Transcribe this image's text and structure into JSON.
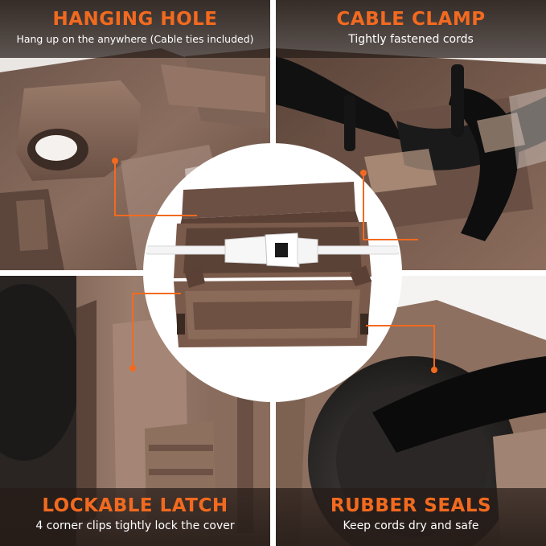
{
  "colors": {
    "accent": "#f26a1f",
    "product_brown": "#7a5a4a",
    "caption_bg": "#261c18",
    "text_white": "#ffffff"
  },
  "panels": {
    "top_left": {
      "title": "HANGING HOLE",
      "subtitle": "Hang up on the anywhere (Cable ties included)"
    },
    "top_right": {
      "title": "CABLE CLAMP",
      "subtitle": "Tightly fastened cords"
    },
    "bottom_left": {
      "title": "LOCKABLE LATCH",
      "subtitle": "4 corner clips tightly lock the cover"
    },
    "bottom_right": {
      "title": "RUBBER SEALS",
      "subtitle": "Keep cords dry and safe"
    }
  },
  "center": {
    "image": "open-cord-cover-with-plug-connection"
  }
}
